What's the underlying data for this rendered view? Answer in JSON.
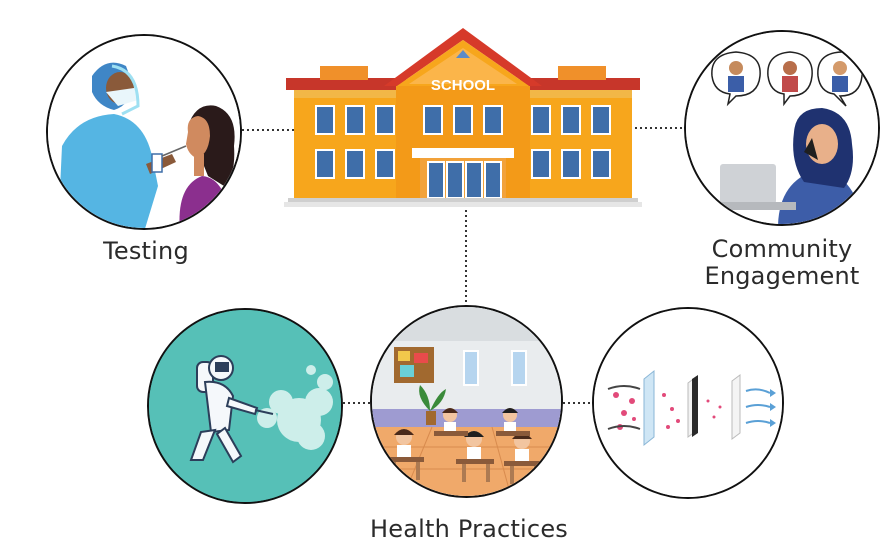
{
  "school": {
    "sign": "SCHOOL"
  },
  "nodes": {
    "testing": {
      "label": "Testing"
    },
    "community": {
      "label_line1": "Community",
      "label_line2": "Engagement"
    },
    "health": {
      "label": "Health Practices"
    }
  },
  "colors": {
    "school_wall": "#f7a61c",
    "school_roof": "#d63a2a",
    "window_blue": "#3f6ea9",
    "disinfect_bg": "#56c0b7",
    "connector": "#333333"
  },
  "icons": [
    "school-building-icon",
    "test-swab-icon",
    "video-call-icon",
    "disinfect-spray-icon",
    "classroom-icon",
    "air-filter-icon"
  ]
}
